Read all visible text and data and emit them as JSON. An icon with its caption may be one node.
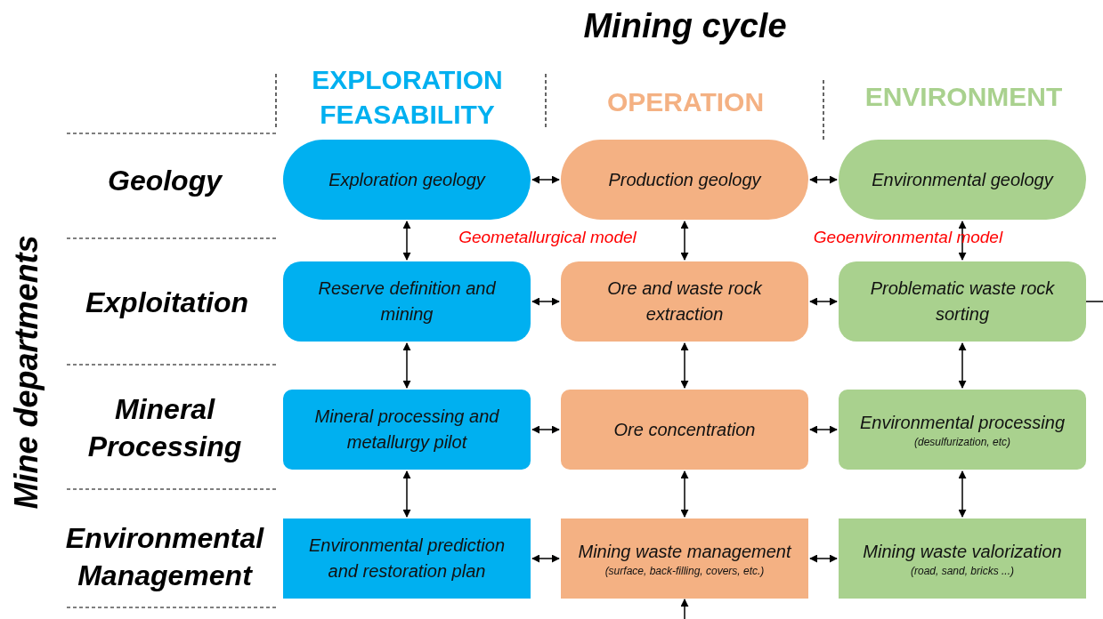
{
  "diagram": {
    "title": "Mining cycle",
    "nodes": [
      {
        "text": [
          "Exploration geology"
        ]
      },
      {
        "text": [
          "Production geology"
        ]
      },
      {
        "text": [
          "Environmental geology"
        ]
      },
      {
        "text": [
          "Reserve definition and mining"
        ]
      },
      {
        "text": [
          "Ore and waste rock extraction"
        ]
      },
      {
        "text": [
          "Problematic waste rock sorting"
        ]
      },
      {
        "text": [
          "Mineral processing and metallurgy pilot"
        ]
      },
      {
        "text": [
          "Ore concentration"
        ]
      },
      {
        "text": [
          "Environmental processing",
          "(desulfurization, etc)"
        ]
      },
      {
        "text": [
          "Environmental prediction and restoration plan"
        ]
      },
      {
        "text": [
          "Mining waste management",
          "(surface, back-filling, covers, etc.)"
        ]
      },
      {
        "text": [
          "Mining waste valorization",
          "(road, sand, bricks ...)"
        ]
      }
    ],
    "edges": [
      {
        "from": 0,
        "to": 1,
        "arrow": "both"
      },
      {
        "from": 1,
        "to": 2,
        "arrow": "both"
      },
      {
        "from": 0,
        "to": 3,
        "arrow": "both"
      },
      {
        "from": 1,
        "to": 4,
        "arrow": "both"
      },
      {
        "from": 2,
        "to": 5,
        "arrow": "both"
      },
      {
        "from": 3,
        "to": 4,
        "arrow": "both"
      },
      {
        "from": 4,
        "to": 5,
        "arrow": "both"
      },
      {
        "from": 5,
        "to": null,
        "arrow": "none"
      },
      {
        "from": 3,
        "to": 6,
        "arrow": "both"
      },
      {
        "from": 4,
        "to": 7,
        "arrow": "both"
      },
      {
        "from": 5,
        "to": 8,
        "arrow": "both"
      },
      {
        "from": 6,
        "to": 7,
        "arrow": "both"
      },
      {
        "from": 7,
        "to": 8,
        "arrow": "both"
      },
      {
        "from": 6,
        "to": 9,
        "arrow": "both"
      },
      {
        "from": 7,
        "to": 10,
        "arrow": "both"
      },
      {
        "from": 8,
        "to": 11,
        "arrow": "both"
      },
      {
        "from": 9,
        "to": 10,
        "arrow": "both"
      },
      {
        "from": 10,
        "to": 11,
        "arrow": "both"
      },
      {
        "from": null,
        "to": 10,
        "arrow": "to"
      }
    ],
    "labels": [
      "EXPLORATION FEASABILITY",
      "OPERATION",
      "ENVIRONMENT",
      "Mine departments",
      "Geology",
      "Geometallurgical model",
      "Geoenvironmental model",
      "Exploitation",
      "Mineral Processing",
      "Environmental Management"
    ]
  }
}
